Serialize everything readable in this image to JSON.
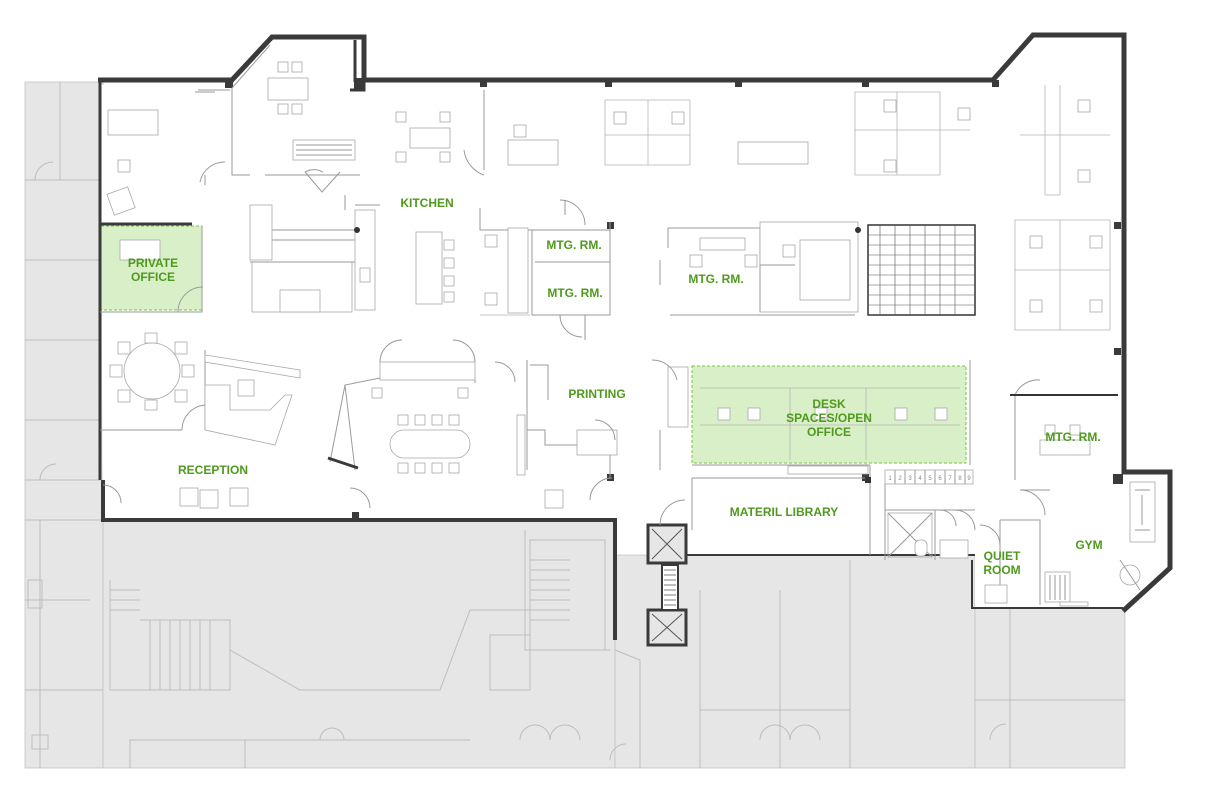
{
  "colors": {
    "label": "#4f9a1d",
    "highlight_fill": "#d9efc8",
    "highlight_stroke": "#7cc04a",
    "wall": "#3a3a3a",
    "neighbor_fill": "#e6e6e6"
  },
  "rooms": {
    "kitchen": "KITCHEN",
    "private_office_1": "PRIVATE",
    "private_office_2": "OFFICE",
    "mtg_rm_1": "MTG. RM.",
    "mtg_rm_2": "MTG. RM.",
    "mtg_rm_3": "MTG. RM.",
    "mtg_rm_4": "MTG. RM.",
    "printing": "PRINTING",
    "desk_1": "DESK",
    "desk_2": "SPACES/OPEN",
    "desk_3": "OFFICE",
    "reception": "RECEPTION",
    "material_library": "MATERIL LIBRARY",
    "gym": "GYM",
    "quiet_room_1": "QUIET",
    "quiet_room_2": "ROOM"
  },
  "locker_numbers": [
    "1",
    "2",
    "3",
    "4",
    "5",
    "6",
    "7",
    "8",
    "9"
  ]
}
